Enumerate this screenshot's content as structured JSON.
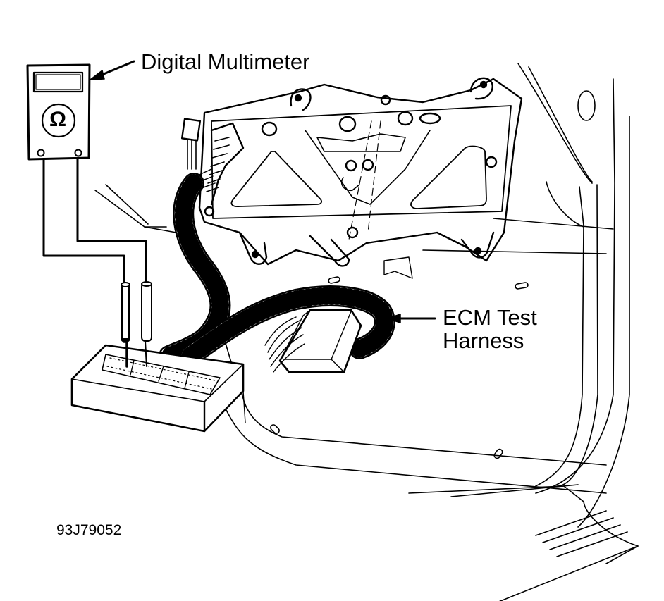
{
  "figure": {
    "callouts": {
      "multimeter": "Digital Multimeter",
      "harness_line1": "ECM Test",
      "harness_line2": "Harness"
    },
    "figure_code": "93J79052",
    "meter_symbol": "Ω",
    "colors": {
      "ink": "#000000",
      "paper": "#ffffff"
    }
  }
}
